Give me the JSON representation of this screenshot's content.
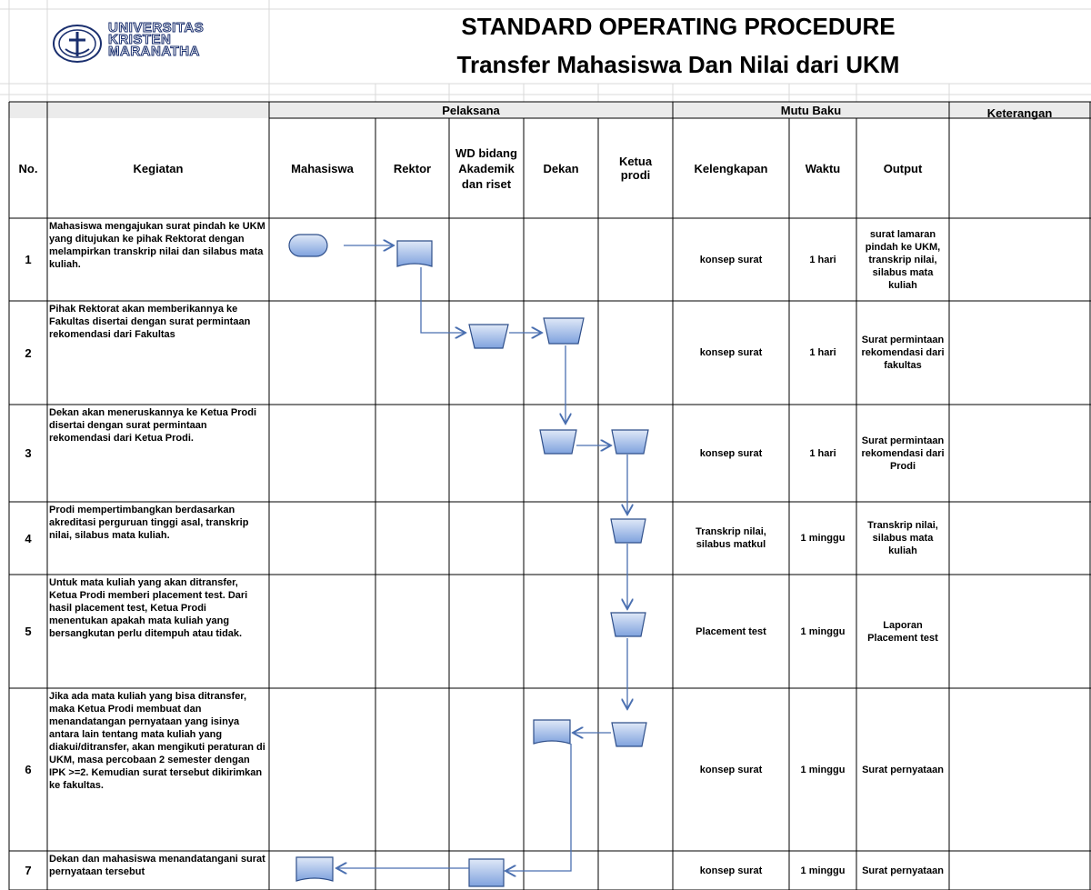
{
  "logo": {
    "line1": "UNIVERSITAS",
    "line2": "KRISTEN",
    "line3": "MARANATHA"
  },
  "title": {
    "line1": "STANDARD OPERATING PROCEDURE",
    "line2": "Transfer Mahasiswa Dan Nilai dari UKM"
  },
  "headers": {
    "no": "No.",
    "kegiatan": "Kegiatan",
    "pelaksana": "Pelaksana",
    "mutu_baku": "Mutu Baku",
    "keterangan": "Keterangan",
    "roles": [
      "Mahasiswa",
      "Rektor",
      "WD bidang Akademik dan riset",
      "Dekan",
      "Ketua prodi"
    ],
    "mutu": [
      "Kelengkapan",
      "Waktu",
      "Output"
    ]
  },
  "rows": [
    {
      "no": "1",
      "kegiatan": "Mahasiswa mengajukan surat pindah ke UKM yang ditujukan ke pihak Rektorat dengan melampirkan transkrip nilai dan silabus mata kuliah.",
      "kelengkapan": "konsep surat",
      "waktu": "1 hari",
      "output": "surat lamaran pindah ke UKM, transkrip nilai, silabus mata kuliah"
    },
    {
      "no": "2",
      "kegiatan": "Pihak Rektorat akan memberikannya ke Fakultas disertai dengan surat permintaan rekomendasi dari Fakultas",
      "kelengkapan": "konsep surat",
      "waktu": "1 hari",
      "output": "Surat permintaan rekomendasi dari fakultas"
    },
    {
      "no": "3",
      "kegiatan": "Dekan akan meneruskannya ke Ketua Prodi disertai dengan surat permintaan rekomendasi dari Ketua Prodi.",
      "kelengkapan": "konsep surat",
      "waktu": "1 hari",
      "output": "Surat permintaan rekomendasi dari Prodi"
    },
    {
      "no": "4",
      "kegiatan": "Prodi mempertimbangkan berdasarkan akreditasi perguruan tinggi asal, transkrip nilai, silabus mata kuliah.",
      "kelengkapan": "Transkrip nilai, silabus matkul",
      "waktu": "1 minggu",
      "output": "Transkrip nilai, silabus mata kuliah"
    },
    {
      "no": "5",
      "kegiatan": "Untuk mata kuliah yang akan ditransfer, Ketua Prodi memberi placement test. Dari hasil placement test, Ketua Prodi menentukan apakah mata kuliah yang bersangkutan perlu ditempuh atau tidak.",
      "kelengkapan": "Placement test",
      "waktu": "1 minggu",
      "output": "Laporan Placement test"
    },
    {
      "no": "6",
      "kegiatan": "Jika ada mata kuliah yang bisa ditransfer, maka Ketua Prodi membuat dan menandatangan pernyataan yang isinya antara lain tentang mata kuliah yang diakui/ditransfer, akan mengikuti peraturan di UKM, masa percobaan 2 semester dengan IPK >=2. Kemudian surat tersebut dikirimkan ke fakultas.",
      "kelengkapan": "konsep surat",
      "waktu": "1 minggu",
      "output": "Surat pernyataan"
    },
    {
      "no": "7",
      "kegiatan": "Dekan dan mahasiswa menandatangani surat pernyataan tersebut",
      "kelengkapan": "konsep surat",
      "waktu": "1 minggu",
      "output": "Surat pernyataan"
    }
  ]
}
